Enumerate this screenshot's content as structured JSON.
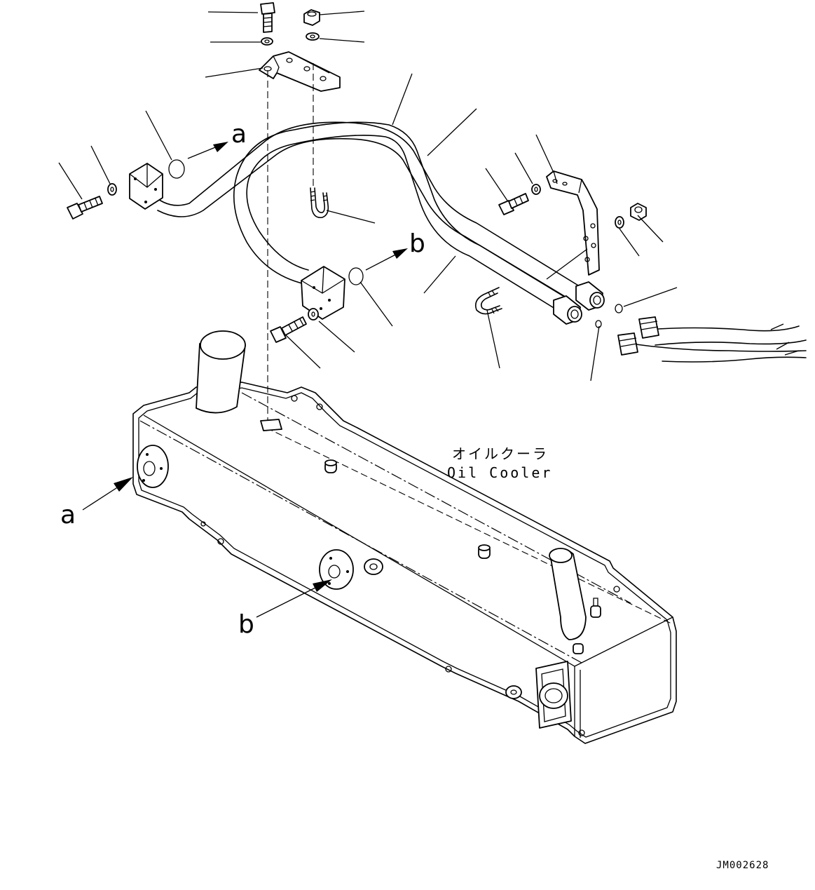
{
  "diagram": {
    "arrow_labels": {
      "a_upper": "a",
      "b_upper": "b",
      "a_lower": "a",
      "b_lower": "b"
    },
    "component_label_jp": "オイルクーラ",
    "component_label_en": "Oil Cooler",
    "drawing_code": "JM002628"
  }
}
